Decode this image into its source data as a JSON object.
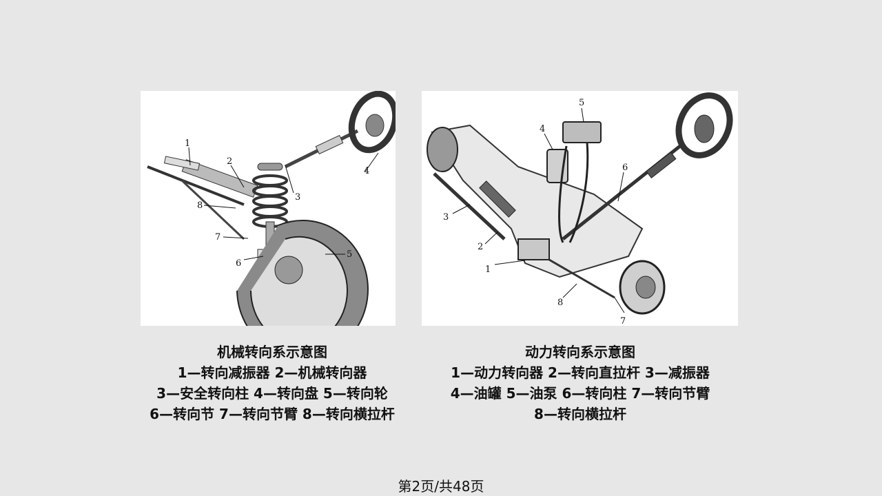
{
  "left_figure": {
    "caption_title": "机械转向系示意图",
    "caption_lines": [
      "1—转向减振器 2—机械转向器",
      "3—安全转向柱 4—转向盘 5—转向轮",
      "6—转向节 7—转向节臂 8—转向横拉杆"
    ],
    "callouts": [
      "1",
      "2",
      "3",
      "4",
      "5",
      "6",
      "7",
      "8"
    ]
  },
  "right_figure": {
    "caption_title": "动力转向系示意图",
    "caption_lines": [
      "1—动力转向器 2—转向直拉杆 3—减振器",
      "4—油罐 5—油泵 6—转向柱 7—转向节臂",
      "8—转向横拉杆"
    ],
    "callouts": [
      "1",
      "2",
      "3",
      "4",
      "5",
      "6",
      "7",
      "8"
    ]
  },
  "footer": {
    "page_number": "第2页/共48页"
  }
}
